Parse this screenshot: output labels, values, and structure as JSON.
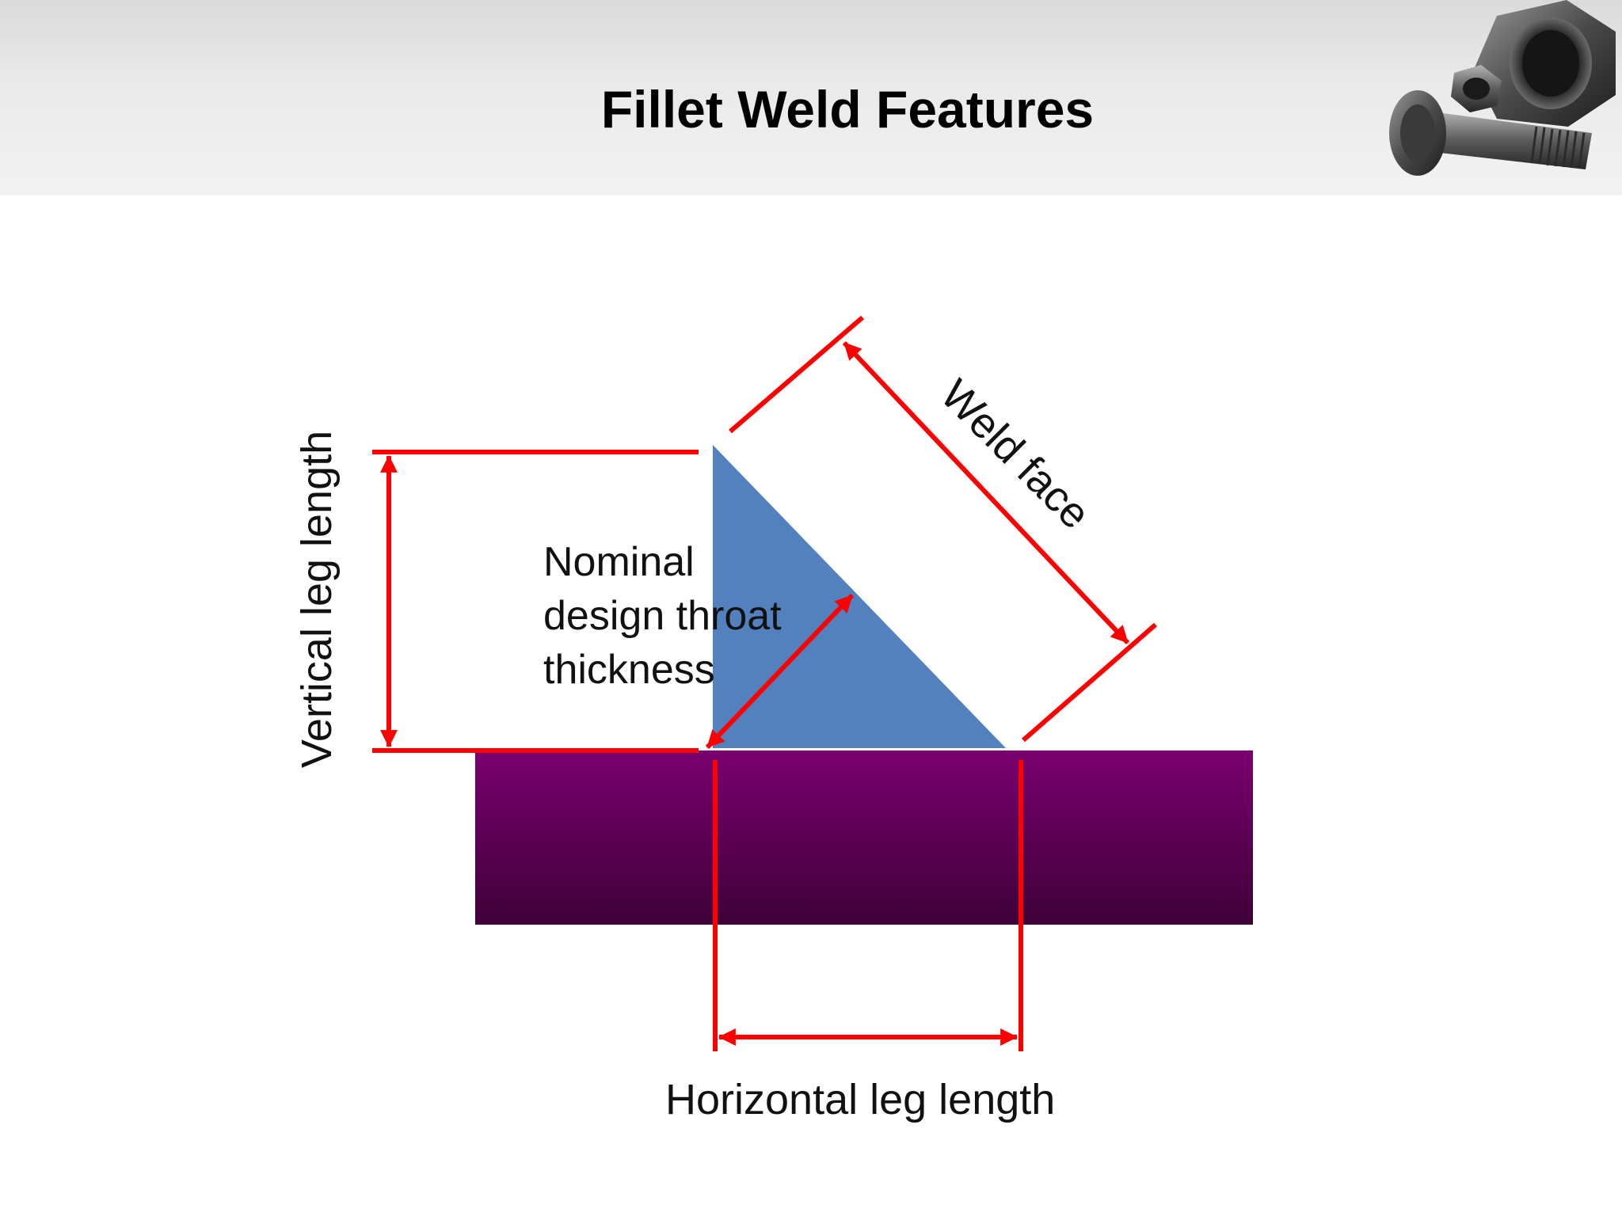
{
  "slide": {
    "title": "Fillet Weld Features"
  },
  "labels": {
    "vertical_leg": "Vertical leg length",
    "horizontal_leg": "Horizontal leg length",
    "weld_face": "Weld face",
    "throat_lines": [
      "Nominal",
      "design throat",
      "thickness"
    ]
  },
  "colors": {
    "weld": "#5281bd",
    "dimension_lines": "#ff0000",
    "plate_top": "#7a006f",
    "plate_bottom": "#3e0138",
    "header_band": "#e6e6e6"
  },
  "icons": {
    "header_decoration": "nuts-and-bolt-photo"
  }
}
